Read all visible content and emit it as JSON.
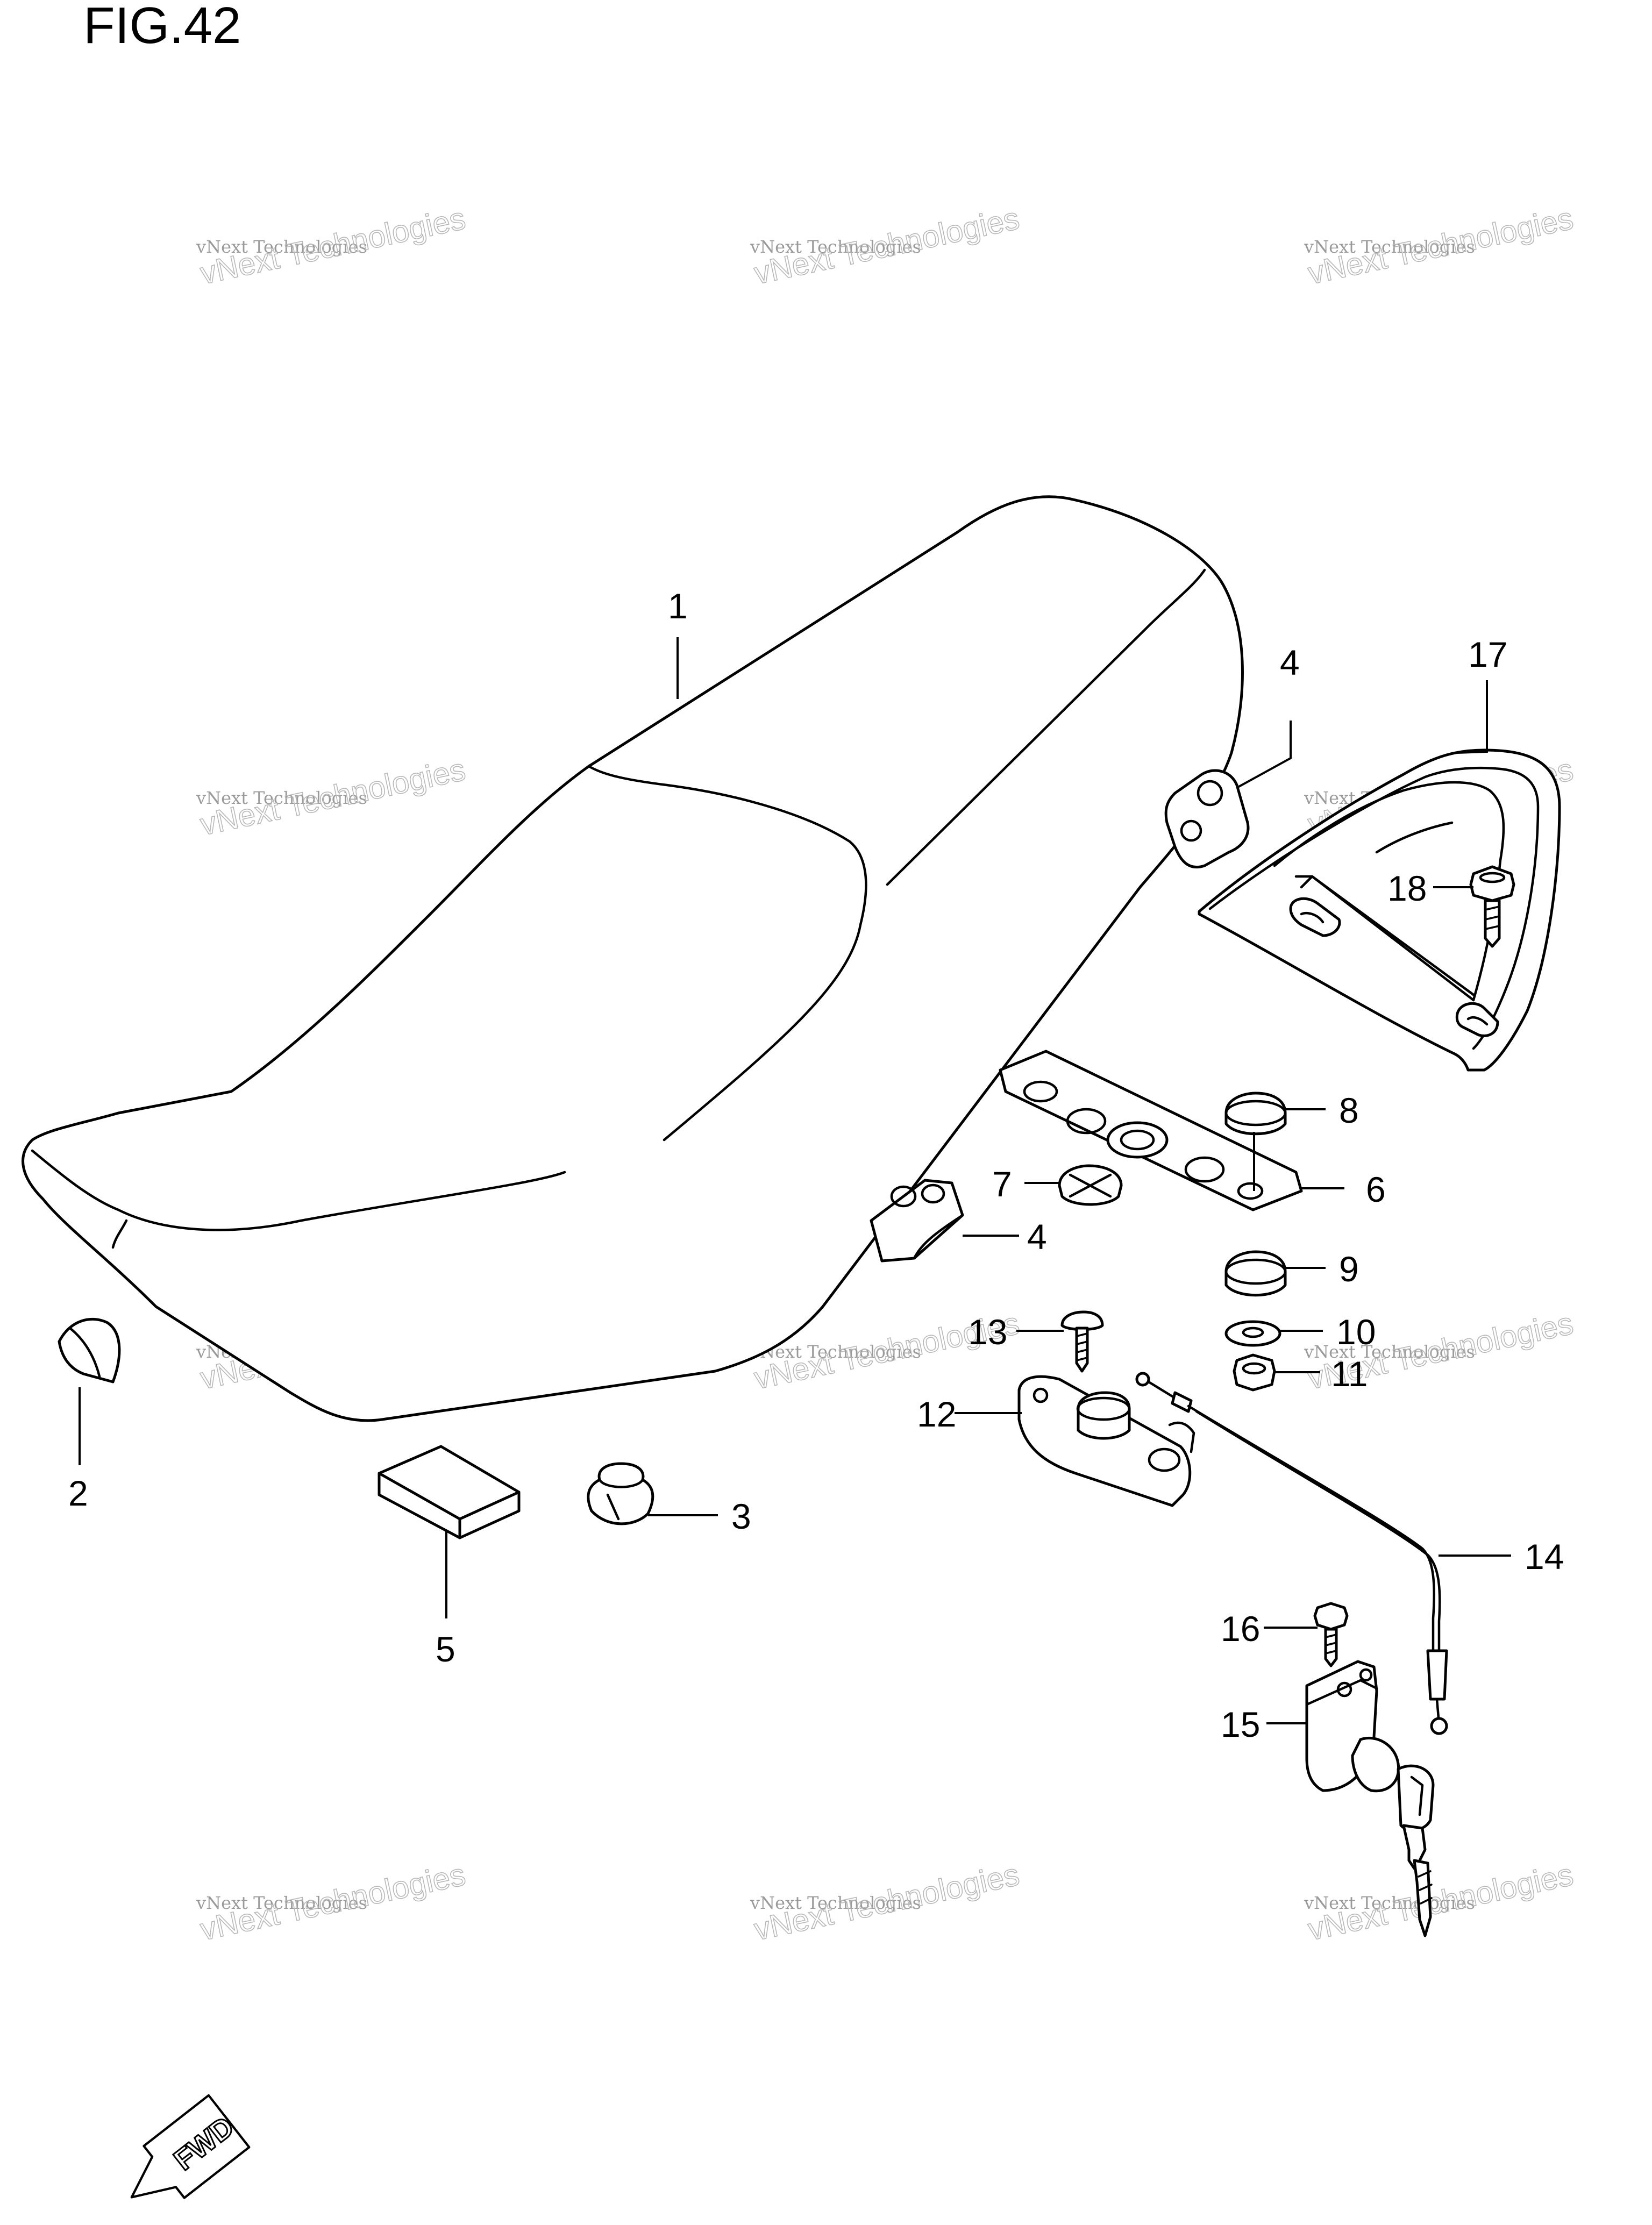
{
  "figure": {
    "title": "FIG.42"
  },
  "callouts": [
    {
      "id": "1",
      "label": "1"
    },
    {
      "id": "2",
      "label": "2"
    },
    {
      "id": "3",
      "label": "3"
    },
    {
      "id": "4a",
      "label": "4"
    },
    {
      "id": "4b",
      "label": "4"
    },
    {
      "id": "5",
      "label": "5"
    },
    {
      "id": "6",
      "label": "6"
    },
    {
      "id": "7",
      "label": "7"
    },
    {
      "id": "8",
      "label": "8"
    },
    {
      "id": "9",
      "label": "9"
    },
    {
      "id": "10",
      "label": "10"
    },
    {
      "id": "11",
      "label": "11"
    },
    {
      "id": "12",
      "label": "12"
    },
    {
      "id": "13",
      "label": "13"
    },
    {
      "id": "14",
      "label": "14"
    },
    {
      "id": "15",
      "label": "15"
    },
    {
      "id": "16",
      "label": "16"
    },
    {
      "id": "17",
      "label": "17"
    },
    {
      "id": "18",
      "label": "18"
    }
  ],
  "direction_arrow": {
    "label": "FWD"
  },
  "watermark": {
    "line1": "vNext Technologies",
    "line2": "vNext Technologies"
  }
}
